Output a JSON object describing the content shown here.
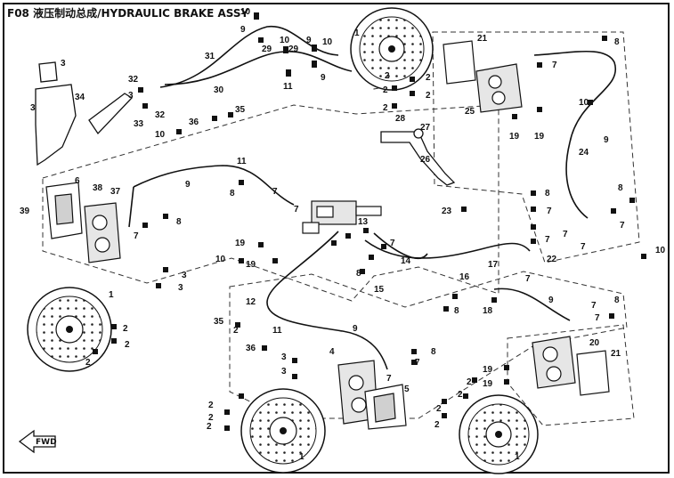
{
  "title": "F08 液压制动总成/HYDRAULIC BRAKE ASSY",
  "fwd_label": "FWD",
  "callouts": [
    {
      "label": "10"
    },
    {
      "label": "9"
    },
    {
      "label": "1"
    },
    {
      "label": "3"
    },
    {
      "label": "31"
    },
    {
      "label": "10"
    },
    {
      "label": "10"
    },
    {
      "label": "29"
    },
    {
      "label": "29"
    },
    {
      "label": "9"
    },
    {
      "label": "30"
    },
    {
      "label": "11"
    },
    {
      "label": "9"
    },
    {
      "label": "34"
    },
    {
      "label": "3"
    },
    {
      "label": "32"
    },
    {
      "label": "3"
    },
    {
      "label": "32"
    },
    {
      "label": "33"
    },
    {
      "label": "36"
    },
    {
      "label": "35"
    },
    {
      "label": "10"
    },
    {
      "label": "11"
    },
    {
      "label": "9"
    },
    {
      "label": "37"
    },
    {
      "label": "8"
    },
    {
      "label": "7"
    },
    {
      "label": "7"
    },
    {
      "label": "39"
    },
    {
      "label": "6"
    },
    {
      "label": "38"
    },
    {
      "label": "7"
    },
    {
      "label": "8"
    },
    {
      "label": "3"
    },
    {
      "label": "3"
    },
    {
      "label": "1"
    },
    {
      "label": "2"
    },
    {
      "label": "2"
    },
    {
      "label": "2"
    },
    {
      "label": "2"
    },
    {
      "label": "2"
    },
    {
      "label": "2"
    },
    {
      "label": "2"
    },
    {
      "label": "2"
    },
    {
      "label": "28"
    },
    {
      "label": "27"
    },
    {
      "label": "26"
    },
    {
      "label": "21"
    },
    {
      "label": "8"
    },
    {
      "label": "7"
    },
    {
      "label": "25"
    },
    {
      "label": "19"
    },
    {
      "label": "19"
    },
    {
      "label": "10"
    },
    {
      "label": "9"
    },
    {
      "label": "24"
    },
    {
      "label": "8"
    },
    {
      "label": "7"
    },
    {
      "label": "13"
    },
    {
      "label": "23"
    },
    {
      "label": "8"
    },
    {
      "label": "7"
    },
    {
      "label": "7"
    },
    {
      "label": "7"
    },
    {
      "label": "7"
    },
    {
      "label": "19"
    },
    {
      "label": "10"
    },
    {
      "label": "19"
    },
    {
      "label": "7"
    },
    {
      "label": "8"
    },
    {
      "label": "14"
    },
    {
      "label": "17"
    },
    {
      "label": "22"
    },
    {
      "label": "10"
    },
    {
      "label": "15"
    },
    {
      "label": "16"
    },
    {
      "label": "7"
    },
    {
      "label": "12"
    },
    {
      "label": "8"
    },
    {
      "label": "18"
    },
    {
      "label": "9"
    },
    {
      "label": "8"
    },
    {
      "label": "7"
    },
    {
      "label": "7"
    },
    {
      "label": "35"
    },
    {
      "label": "11"
    },
    {
      "label": "9"
    },
    {
      "label": "2"
    },
    {
      "label": "36"
    },
    {
      "label": "4"
    },
    {
      "label": "3"
    },
    {
      "label": "3"
    },
    {
      "label": "7"
    },
    {
      "label": "8"
    },
    {
      "label": "7"
    },
    {
      "label": "5"
    },
    {
      "label": "20"
    },
    {
      "label": "21"
    },
    {
      "label": "19"
    },
    {
      "label": "19"
    },
    {
      "label": "2"
    },
    {
      "label": "2"
    },
    {
      "label": "2"
    },
    {
      "label": "2"
    },
    {
      "label": "2"
    },
    {
      "label": "2"
    },
    {
      "label": "1"
    },
    {
      "label": "1"
    },
    {
      "label": "2"
    }
  ]
}
